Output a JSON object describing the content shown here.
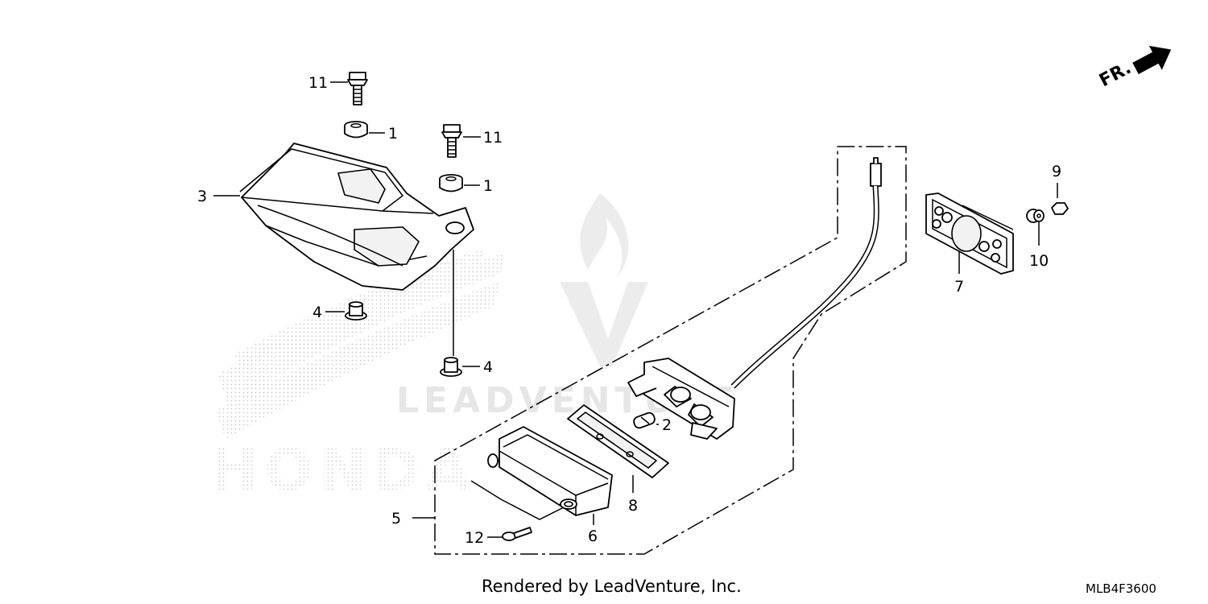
{
  "diagram": {
    "direction_label": "FR.",
    "watermark": {
      "brand_text": "LEADVENTURE",
      "honda_text": "HONDA"
    },
    "callouts": [
      {
        "id": "11a",
        "text": "11"
      },
      {
        "id": "1a",
        "text": "1"
      },
      {
        "id": "11b",
        "text": "11"
      },
      {
        "id": "1b",
        "text": "1"
      },
      {
        "id": "3",
        "text": "3"
      },
      {
        "id": "4a",
        "text": "4"
      },
      {
        "id": "4b",
        "text": "4"
      },
      {
        "id": "2",
        "text": "2"
      },
      {
        "id": "5",
        "text": "5"
      },
      {
        "id": "6",
        "text": "6"
      },
      {
        "id": "8",
        "text": "8"
      },
      {
        "id": "12",
        "text": "12"
      },
      {
        "id": "7",
        "text": "7"
      },
      {
        "id": "9",
        "text": "9"
      },
      {
        "id": "10",
        "text": "10"
      }
    ]
  },
  "footer": {
    "credit": "Rendered by LeadVenture, Inc.",
    "diagram_code": "MLB4F3600"
  }
}
